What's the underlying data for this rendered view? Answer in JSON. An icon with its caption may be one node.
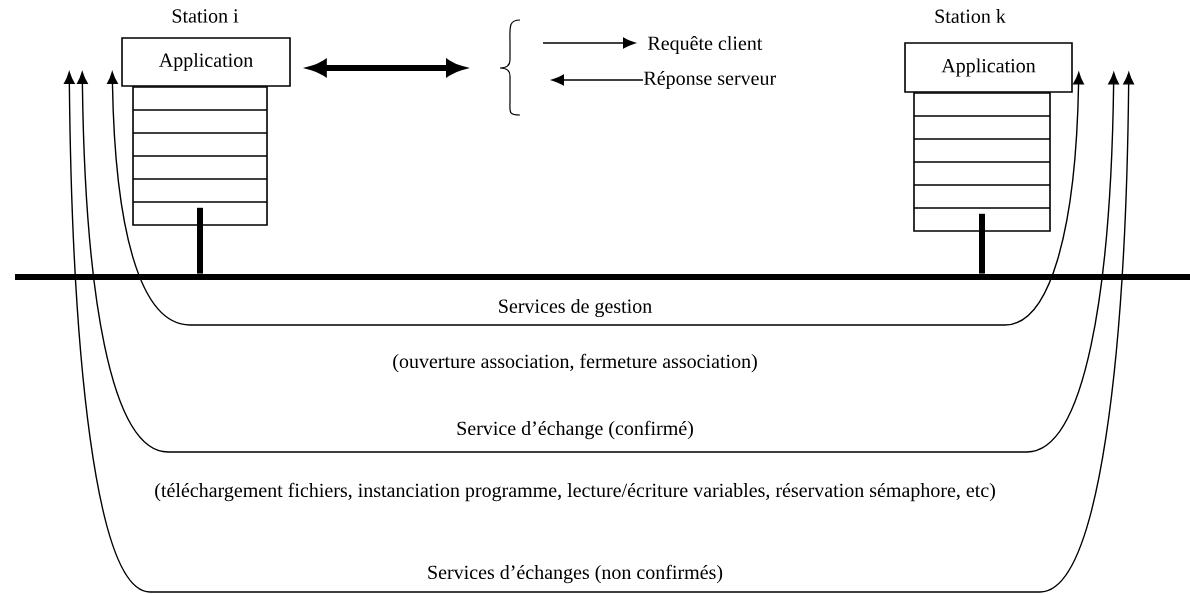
{
  "diagram": {
    "nodes": [
      {
        "text": [
          "Application"
        ],
        "beside": [
          "Station i"
        ]
      },
      {
        "text": [],
        "shape": "box"
      },
      {
        "text": [
          "Application"
        ],
        "beside": [
          "Station k"
        ]
      },
      {
        "text": [],
        "shape": "box"
      },
      {
        "text": [],
        "shape": "bar"
      }
    ],
    "edges": [
      {
        "from": 0,
        "to": null,
        "arrow": "both",
        "style": "thick"
      },
      {
        "from": 0,
        "to": 2,
        "arrow": "both",
        "label": "Services de gestion"
      },
      {
        "from": 0,
        "to": 2,
        "arrow": "both",
        "label": "Service d’échange (confirmé)"
      },
      {
        "from": 0,
        "to": 2,
        "arrow": "both",
        "label": "Services d’échanges (non confirmés)"
      },
      {
        "from": 1,
        "to": 4,
        "arrow": "none",
        "style": "thick"
      },
      {
        "from": 3,
        "to": 4,
        "arrow": "none",
        "style": "thick"
      }
    ],
    "labels": [
      "(ouverture association, fermeture association)",
      "(téléchargement fichiers, instanciation programme, lecture/écriture variables, réservation sémaphore, etc)"
    ],
    "legend": [
      {
        "text": "Requête client"
      },
      {
        "text": "Réponse serveur"
      }
    ]
  }
}
